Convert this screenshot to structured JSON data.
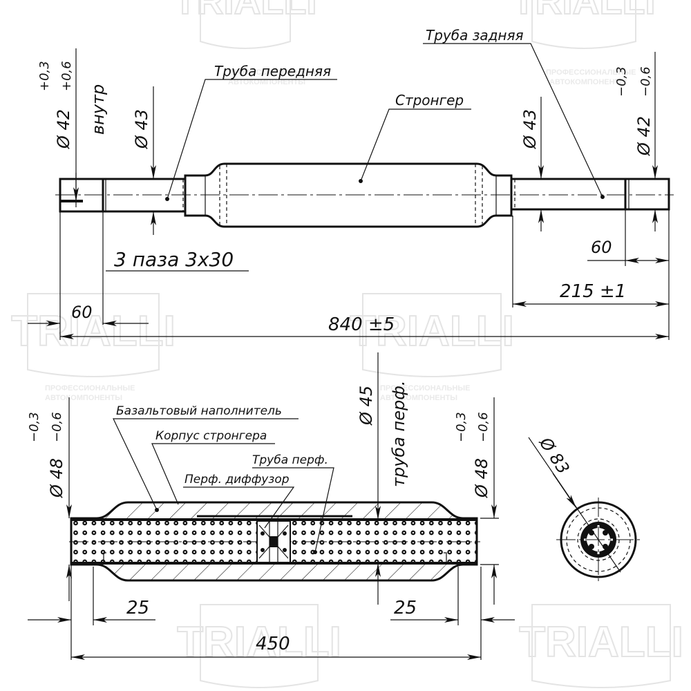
{
  "watermark": {
    "brand": "TRIALLI",
    "tagline_1": "ПРОФЕССИОНАЛЬНЫЕ",
    "tagline_2": "АВТОКОМПОНЕНТЫ",
    "color": "#e4e4e4"
  },
  "top_view": {
    "labels": {
      "front_pipe": "Труба передняя",
      "rear_pipe": "Труба задняя",
      "stronger": "Стронгер",
      "slots": "3 паза 3х30"
    },
    "dimensions": {
      "inlet_diameter": "Ø 42",
      "inlet_tol_upper": "+0,3",
      "inlet_tol_lower": "+0,6",
      "inlet_note": "внутр",
      "front_pipe_diameter": "Ø 43",
      "rear_pipe_diameter": "Ø 43",
      "outlet_diameter": "Ø 42",
      "outlet_tol_upper": "−0,3",
      "outlet_tol_lower": "−0,6",
      "left_length": "60",
      "right_length": "60",
      "rear_length": "215 ±1",
      "total_length": "840 ±5"
    }
  },
  "section_view": {
    "labels": {
      "basalt_filler": "Базальтовый наполнитель",
      "stronger_body": "Корпус стронгера",
      "perf_pipe": "Труба перф.",
      "perf_diffuser": "Перф. диффузор",
      "perf_pipe_vertical": "труба перф."
    },
    "dimensions": {
      "left_diameter": "Ø 48",
      "left_tol_upper": "−0,3",
      "left_tol_lower": "−0,6",
      "perf_pipe_diameter": "Ø 45",
      "right_diameter": "Ø 48",
      "right_tol_upper": "−0,3",
      "right_tol_lower": "−0,6",
      "left_end": "25",
      "right_end": "25",
      "body_length": "450"
    }
  },
  "end_view": {
    "outer_diameter": "Ø 83"
  }
}
